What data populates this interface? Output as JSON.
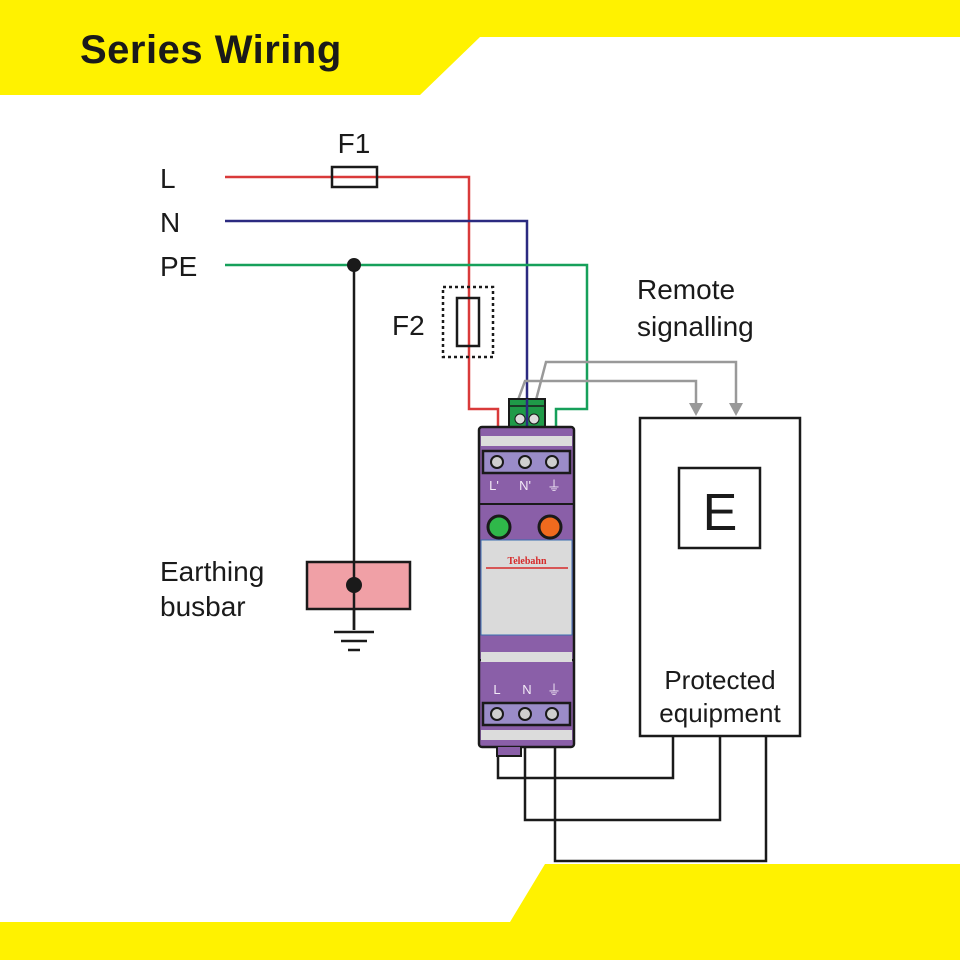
{
  "header": {
    "title": "Series Wiring",
    "banner_color": "#fff200"
  },
  "supply_lines": [
    {
      "label": "L",
      "color": "#d93a3a"
    },
    {
      "label": "N",
      "color": "#2b2a80"
    },
    {
      "label": "PE",
      "color": "#16a05a"
    }
  ],
  "fuses": {
    "f1": "F1",
    "f2": "F2"
  },
  "remote_signalling": {
    "line1": "Remote",
    "line2": "signalling",
    "color": "#999999"
  },
  "earthing": {
    "line1": "Earthing",
    "line2": "busbar",
    "fill": "#f0a0a6"
  },
  "device": {
    "brand": "Telebahn",
    "top_terminals": [
      "L'",
      "N'",
      "⏚"
    ],
    "bottom_terminals": [
      "L",
      "N",
      "⏚"
    ],
    "indicators": [
      {
        "name": "green",
        "color": "#2fb84a"
      },
      {
        "name": "orange",
        "color": "#f06a1e"
      }
    ],
    "body_color": "#8a5fa8"
  },
  "equipment": {
    "symbol": "E",
    "line1": "Protected",
    "line2": "equipment"
  }
}
